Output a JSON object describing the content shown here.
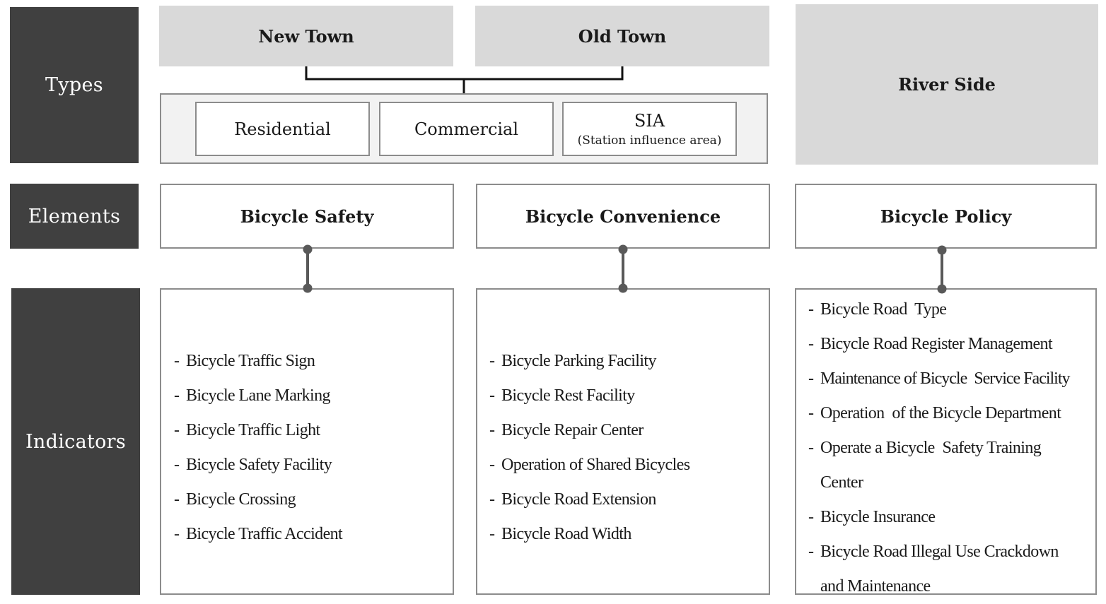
{
  "row_labels": {
    "types": "Types",
    "elements": "Elements",
    "indicators": "Indicators"
  },
  "types": {
    "new_town": "New Town",
    "old_town": "Old Town",
    "river_side": "River Side",
    "land_use": {
      "residential": "Residential",
      "commercial": "Commercial",
      "sia": "SIA",
      "sia_note": "(Station influence area)"
    }
  },
  "elements": {
    "safety": "Bicycle Safety",
    "convenience": "Bicycle Convenience",
    "policy": "Bicycle Policy"
  },
  "indicators": {
    "safety": [
      "Bicycle Traffic Sign",
      "Bicycle Lane Marking",
      "Bicycle Traffic Light",
      "Bicycle Safety Facility",
      "Bicycle Crossing",
      "Bicycle Traffic Accident"
    ],
    "convenience": [
      "Bicycle Parking Facility",
      "Bicycle Rest Facility",
      "Bicycle Repair Center",
      "Operation of Shared Bicycles",
      "Bicycle Road Extension",
      "Bicycle Road Width"
    ],
    "policy": [
      "Bicycle Road  Type",
      "Bicycle Road Register Management",
      "Maintenance of Bicycle  Service Facility",
      "Operation  of the Bicycle Department",
      "Operate a Bicycle  Safety Training Center",
      "Bicycle Insurance",
      "Bicycle Road Illegal Use Crackdown and Maintenance"
    ],
    "dash": "-"
  },
  "colors": {
    "row_label_bg": "#404040",
    "gray_box_bg": "#d9d9d9",
    "land_use_bg": "#f2f2f2",
    "border": "#8c8c8c",
    "connector": "#595959",
    "bracket": "#111111"
  }
}
